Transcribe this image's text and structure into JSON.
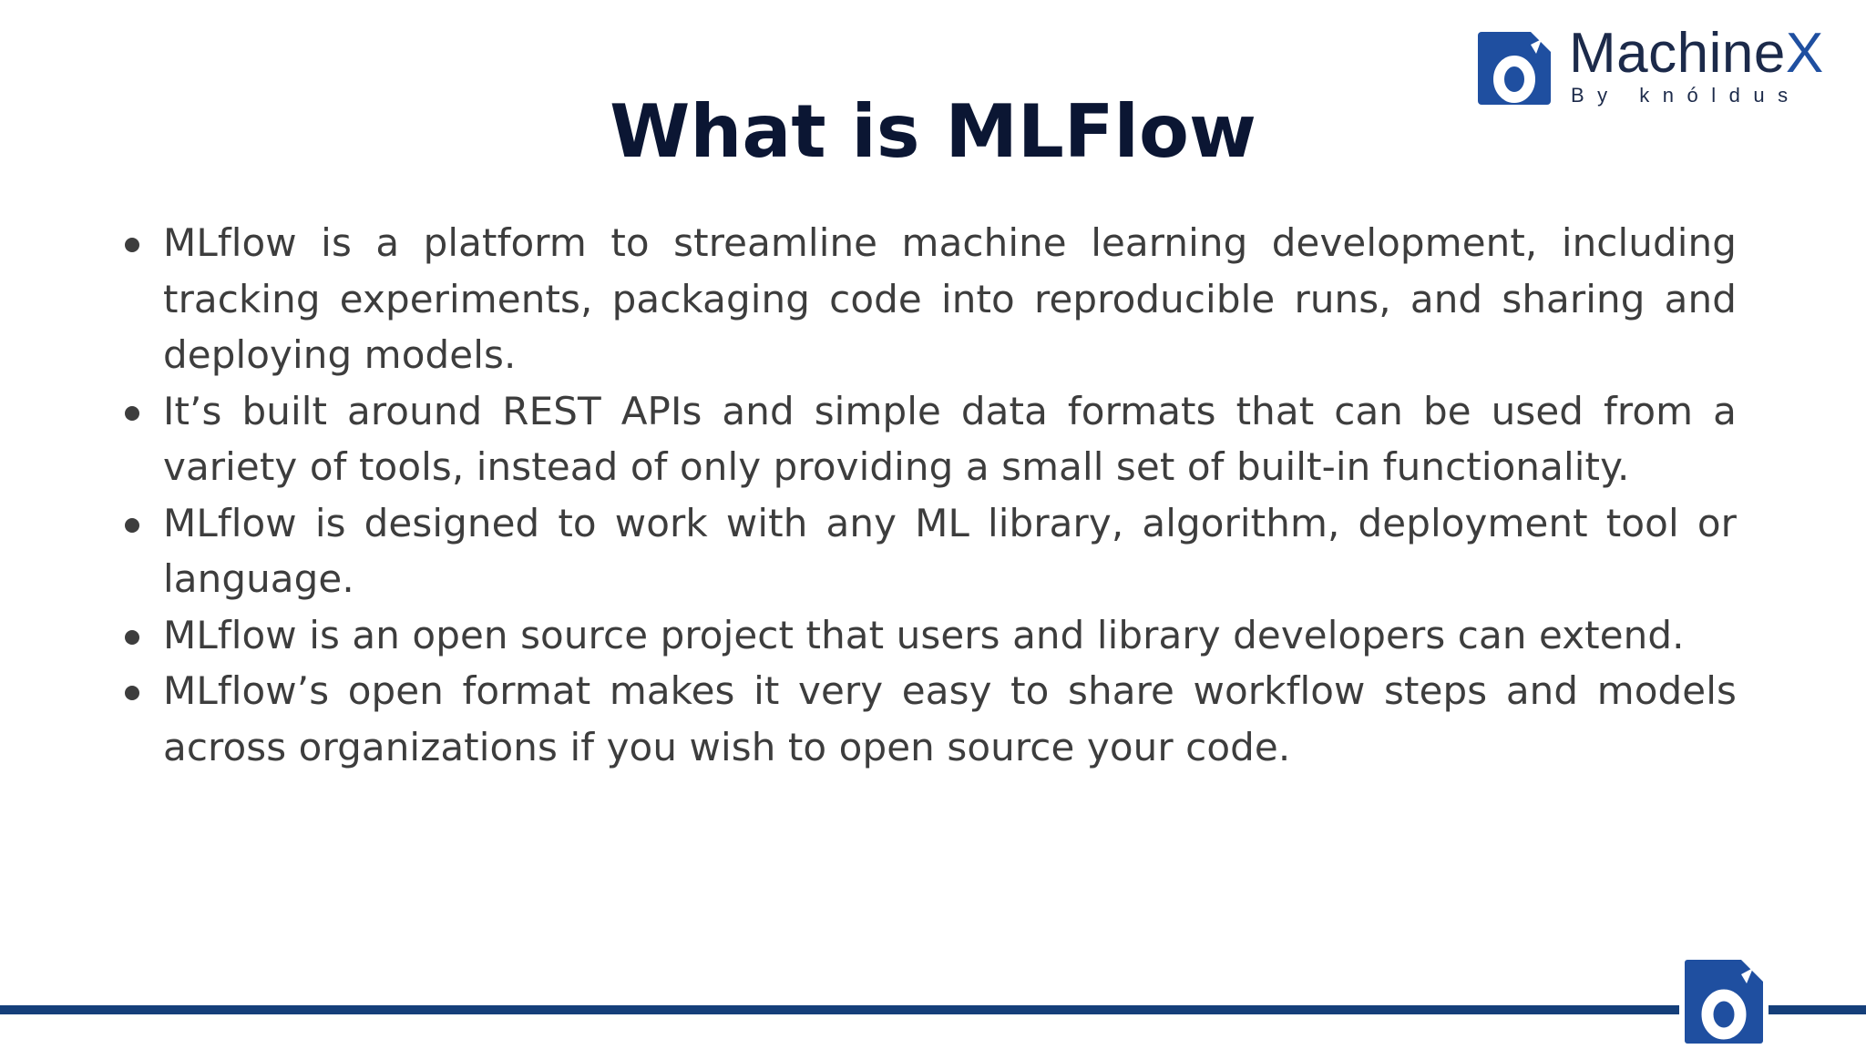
{
  "logo": {
    "name_main": "Machine",
    "name_accent": "X",
    "tagline": "By knóldus",
    "brand_color": "#1f4fa0",
    "icon": "machinex-logo-icon"
  },
  "title": "What is MLFlow",
  "bullets": [
    "MLflow is a platform to streamline machine learning development, including tracking experiments, packaging code into reproducible runs, and sharing and deploying models.",
    "It’s built around REST APIs and simple data formats that can be used from a variety of tools, instead of only providing a small set of built-in functionality.",
    "MLflow is designed to work with any ML library, algorithm, deployment tool or language.",
    "MLflow is an open source project that users and library developers can extend.",
    "MLflow’s open format makes it very easy to share workflow steps and models across organizations if you wish to open source your code."
  ],
  "footer": {
    "bar_color": "#153f7a",
    "badge_icon": "machinex-badge-icon"
  }
}
